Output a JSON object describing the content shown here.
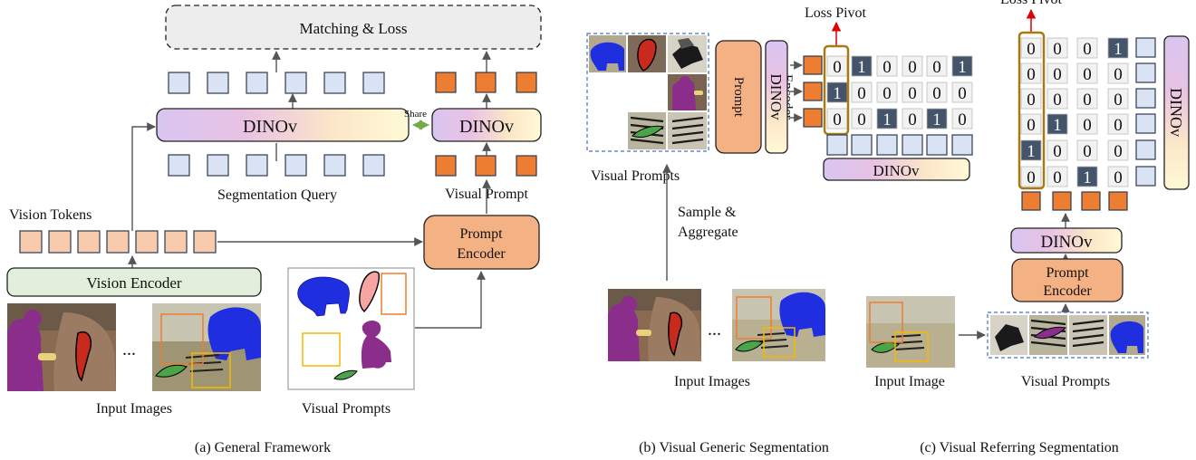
{
  "colors": {
    "query_token": "#dae3f3",
    "token_stroke": "#2f3a4f",
    "prompt_token": "#ed7d31",
    "vision_token": "#f8cbad",
    "encoder_fill": "#e2efda",
    "prompt_encoder_fill": "#f4b183",
    "matching_fill": "#ededed",
    "dinov_gradient": [
      "#d9c5f0",
      "#e8c2e4",
      "#fbe6c8",
      "#fff9d6"
    ],
    "share_arrow": "#70ad47",
    "loss_arrow": "#e00000",
    "pivot_border": "#a97a14",
    "dark_cell": "#44546a",
    "dashed_blue": "#4472c4"
  },
  "icons": {
    "elephant": "blue-elephant-silhouette",
    "ear": "red-ear-shape",
    "person": "purple-person-silhouette",
    "leaf": "green-leaf-shape"
  },
  "panel_a": {
    "matching_label": "Matching & Loss",
    "dinov_left": "DINOv",
    "dinov_right": "DINOv",
    "share_label": "Share",
    "segmentation_query_label": "Segmentation Query",
    "visual_prompt_label": "Visual Prompt",
    "vision_tokens_label": "Vision Tokens",
    "vision_encoder_label": "Vision Encoder",
    "prompt_encoder_label": [
      "Prompt",
      "Encoder"
    ],
    "input_images_label": "Input Images",
    "visual_prompts_label": "Visual Prompts",
    "ellipsis": "...",
    "caption": "(a) General Framework"
  },
  "panel_b": {
    "prompt_encoder_label": [
      "Prompt",
      "Encoder"
    ],
    "dinov_vertical": "DINOv",
    "loss_pivot_label": "Loss Pivot",
    "matrix": [
      [
        "0",
        "1",
        "0",
        "0",
        "0",
        "1"
      ],
      [
        "1",
        "0",
        "0",
        "0",
        "0",
        "0"
      ],
      [
        "0",
        "0",
        "1",
        "0",
        "1",
        "0"
      ]
    ],
    "dinov_bottom": "DINOv",
    "visual_prompts_label": "Visual Prompts",
    "sample_label": [
      "Sample &",
      "Aggregate"
    ],
    "input_images_label": "Input Images",
    "ellipsis": "...",
    "caption": "(b) Visual Generic Segmentation"
  },
  "panel_c": {
    "loss_pivot_label": "Loss Pivot",
    "matrix": [
      [
        "0",
        "0",
        "0",
        "1"
      ],
      [
        "0",
        "0",
        "0",
        "0"
      ],
      [
        "0",
        "0",
        "0",
        "0"
      ],
      [
        "0",
        "1",
        "0",
        "0"
      ],
      [
        "1",
        "0",
        "0",
        "0"
      ],
      [
        "0",
        "0",
        "1",
        "0"
      ]
    ],
    "dinov_vertical": "DINOv",
    "dinov_horizontal": "DINOv",
    "prompt_encoder_label": [
      "Prompt",
      "Encoder"
    ],
    "input_image_label": "Input Image",
    "visual_prompts_label": "Visual Prompts",
    "caption": "(c) Visual Referring Segmentation"
  }
}
